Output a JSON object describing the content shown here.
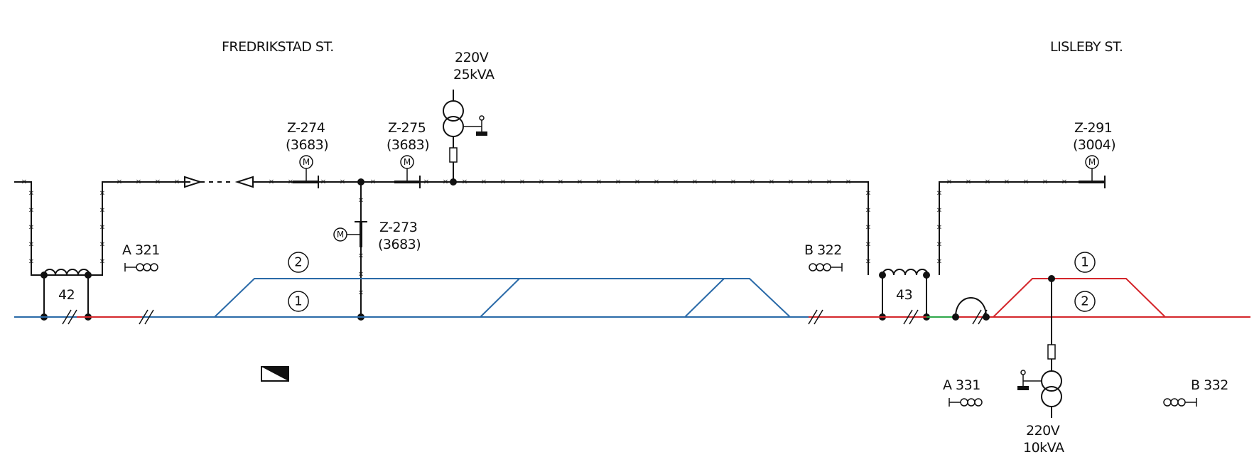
{
  "stations": {
    "left": "FREDRIKSTAD ST.",
    "right": "LISLEBY ST."
  },
  "transformers": {
    "top": {
      "voltage": "220V",
      "power": "25kVA"
    },
    "bottom": {
      "voltage": "220V",
      "power": "10kVA"
    }
  },
  "switches": {
    "z274": {
      "id": "Z-274",
      "ref": "(3683)",
      "motor": "M"
    },
    "z275": {
      "id": "Z-275",
      "ref": "(3683)",
      "motor": "M"
    },
    "z273": {
      "id": "Z-273",
      "ref": "(3683)",
      "motor": "M"
    },
    "z291": {
      "id": "Z-291",
      "ref": "(3004)",
      "motor": "M"
    }
  },
  "signals": {
    "a321": "A 321",
    "b322": "B 322",
    "a331": "A 331",
    "b332": "B 332"
  },
  "boosters": {
    "b42": "42",
    "b43": "43"
  },
  "tracks": {
    "fred_track_2": "2",
    "fred_track_1": "1",
    "lisleby_track_1": "1",
    "lisleby_track_2": "2"
  },
  "colors": {
    "track_blue": "#2a6aa8",
    "track_red": "#d4262b",
    "section_green": "#2fa84a",
    "feeder_black": "#111111"
  }
}
